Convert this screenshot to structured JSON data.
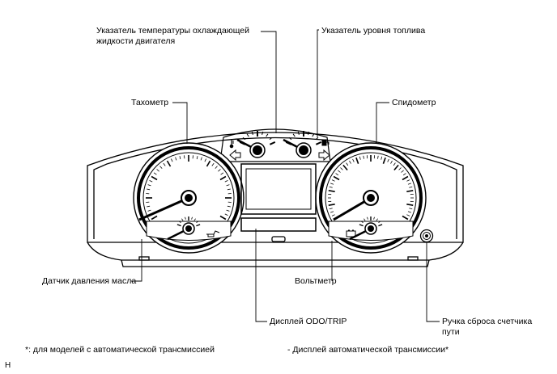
{
  "labels": {
    "coolant_temp": "Указатель температуры охлаждающей жидкости двигателя",
    "fuel_level": "Указатель уровня топлива",
    "tachometer": "Тахометр",
    "speedometer": "Спидометр",
    "oil_pressure": "Датчик давления масла",
    "voltmeter": "Вольтметр",
    "odo_trip": "Дисплей ODO/TRIP",
    "trip_reset": "Ручка сброса счетчика пути"
  },
  "footnotes": {
    "left": "*: для моделей с автоматической трансмиссией",
    "right": "- Дисплей автоматической трансмиссии*"
  },
  "corner_mark": "H"
}
